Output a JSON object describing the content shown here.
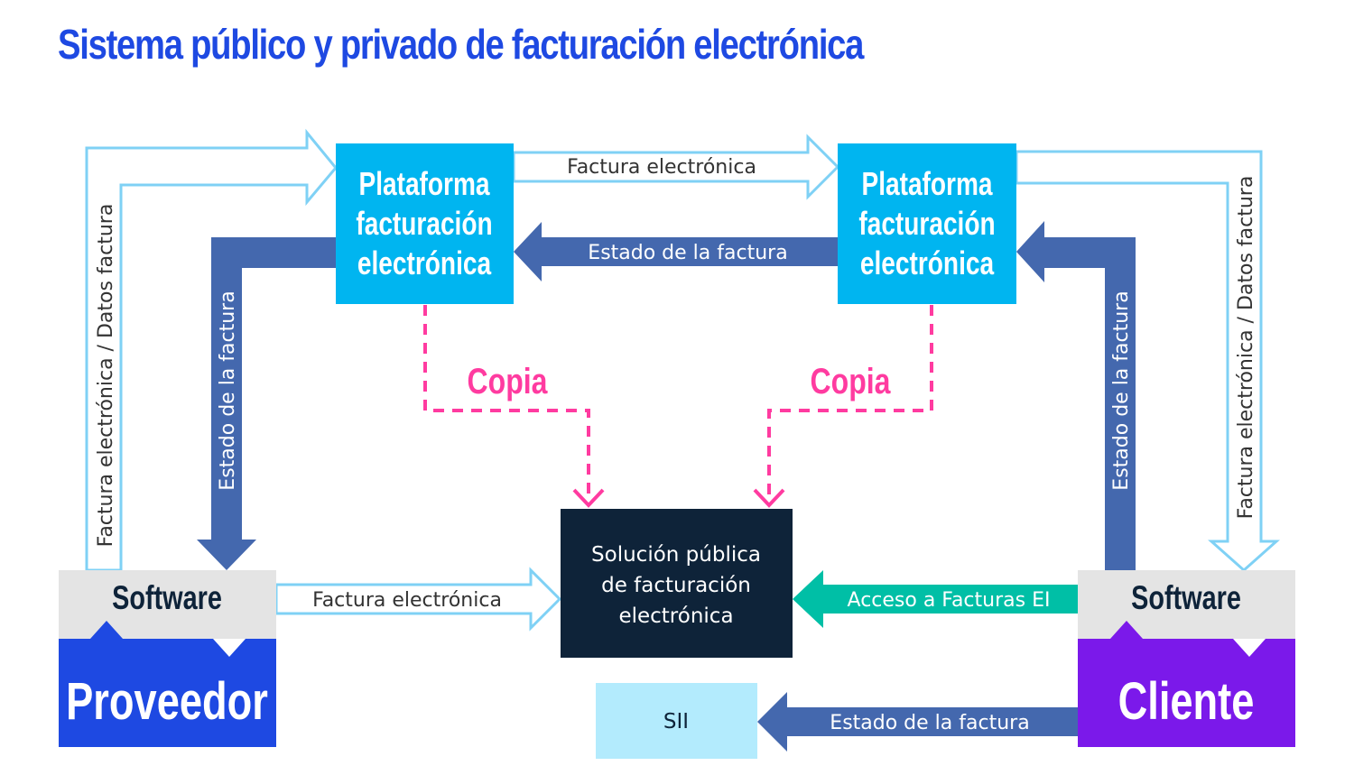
{
  "title": "Sistema público y privado de facturación electrónica",
  "colors": {
    "title": "#1e49e2",
    "platform": "#00b5f0",
    "dark_arrow": "#4468ae",
    "outline_arrow": "#7fd1f5",
    "copy": "#ff3ba0",
    "solution": "#0e2339",
    "teal": "#00bfa6",
    "proveedor": "#1e49e2",
    "cliente": "#7b19ea",
    "software": "#e4e4e4",
    "sii": "#b3ebfd"
  },
  "platform_left": {
    "lines": [
      "Plataforma",
      "facturación",
      "electrónica"
    ]
  },
  "platform_right": {
    "lines": [
      "Plataforma",
      "facturación",
      "electrónica"
    ]
  },
  "solution": {
    "lines": [
      "Solución pública",
      "de facturación",
      "electrónica"
    ]
  },
  "sii": {
    "label": "SII"
  },
  "proveedor": {
    "software": "Software",
    "name": "Proveedor"
  },
  "cliente": {
    "software": "Software",
    "name": "Cliente"
  },
  "arrows": {
    "top_factura": "Factura electrónica",
    "middle_estado": "Estado de la factura",
    "left_outer": "Factura electrónica / Datos factura",
    "left_inner": "Estado de la factura",
    "right_inner": "Estado de la factura",
    "right_outer": "Factura electrónica / Datos factura",
    "bottom_factura": "Factura electrónica",
    "acceso": "Acceso a Facturas EI",
    "estado_sii": "Estado de la factura"
  },
  "copy_left": "Copia",
  "copy_right": "Copia"
}
